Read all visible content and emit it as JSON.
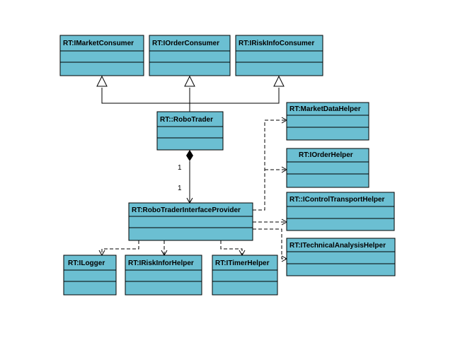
{
  "colors": {
    "box_fill": "#6bbfd2",
    "stroke": "#000000",
    "background": "#ffffff"
  },
  "classes": {
    "market_consumer": "RT:IMarketConsumer",
    "order_consumer": "RT:IOrderConsumer",
    "risk_info_consumer": "RT:IRiskInfoConsumer",
    "robo_trader": "RT::RoboTrader",
    "interface_provider": "RT:RoboTraderInterfaceProvider",
    "market_data_helper": "RT:MarketDataHelper",
    "order_helper": "RT:IOrderHelper",
    "control_transport_helper": "RT::IControlTransportHelper",
    "technical_analysis_helper": "RT:ITechnicalAnalysisHelper",
    "logger": "RT:ILogger",
    "risk_infor_helper": "RT:IRiskInforHelper",
    "timer_helper": "RT:ITimerHelper"
  },
  "multiplicity": {
    "composition_source": "1",
    "composition_target": "1"
  }
}
